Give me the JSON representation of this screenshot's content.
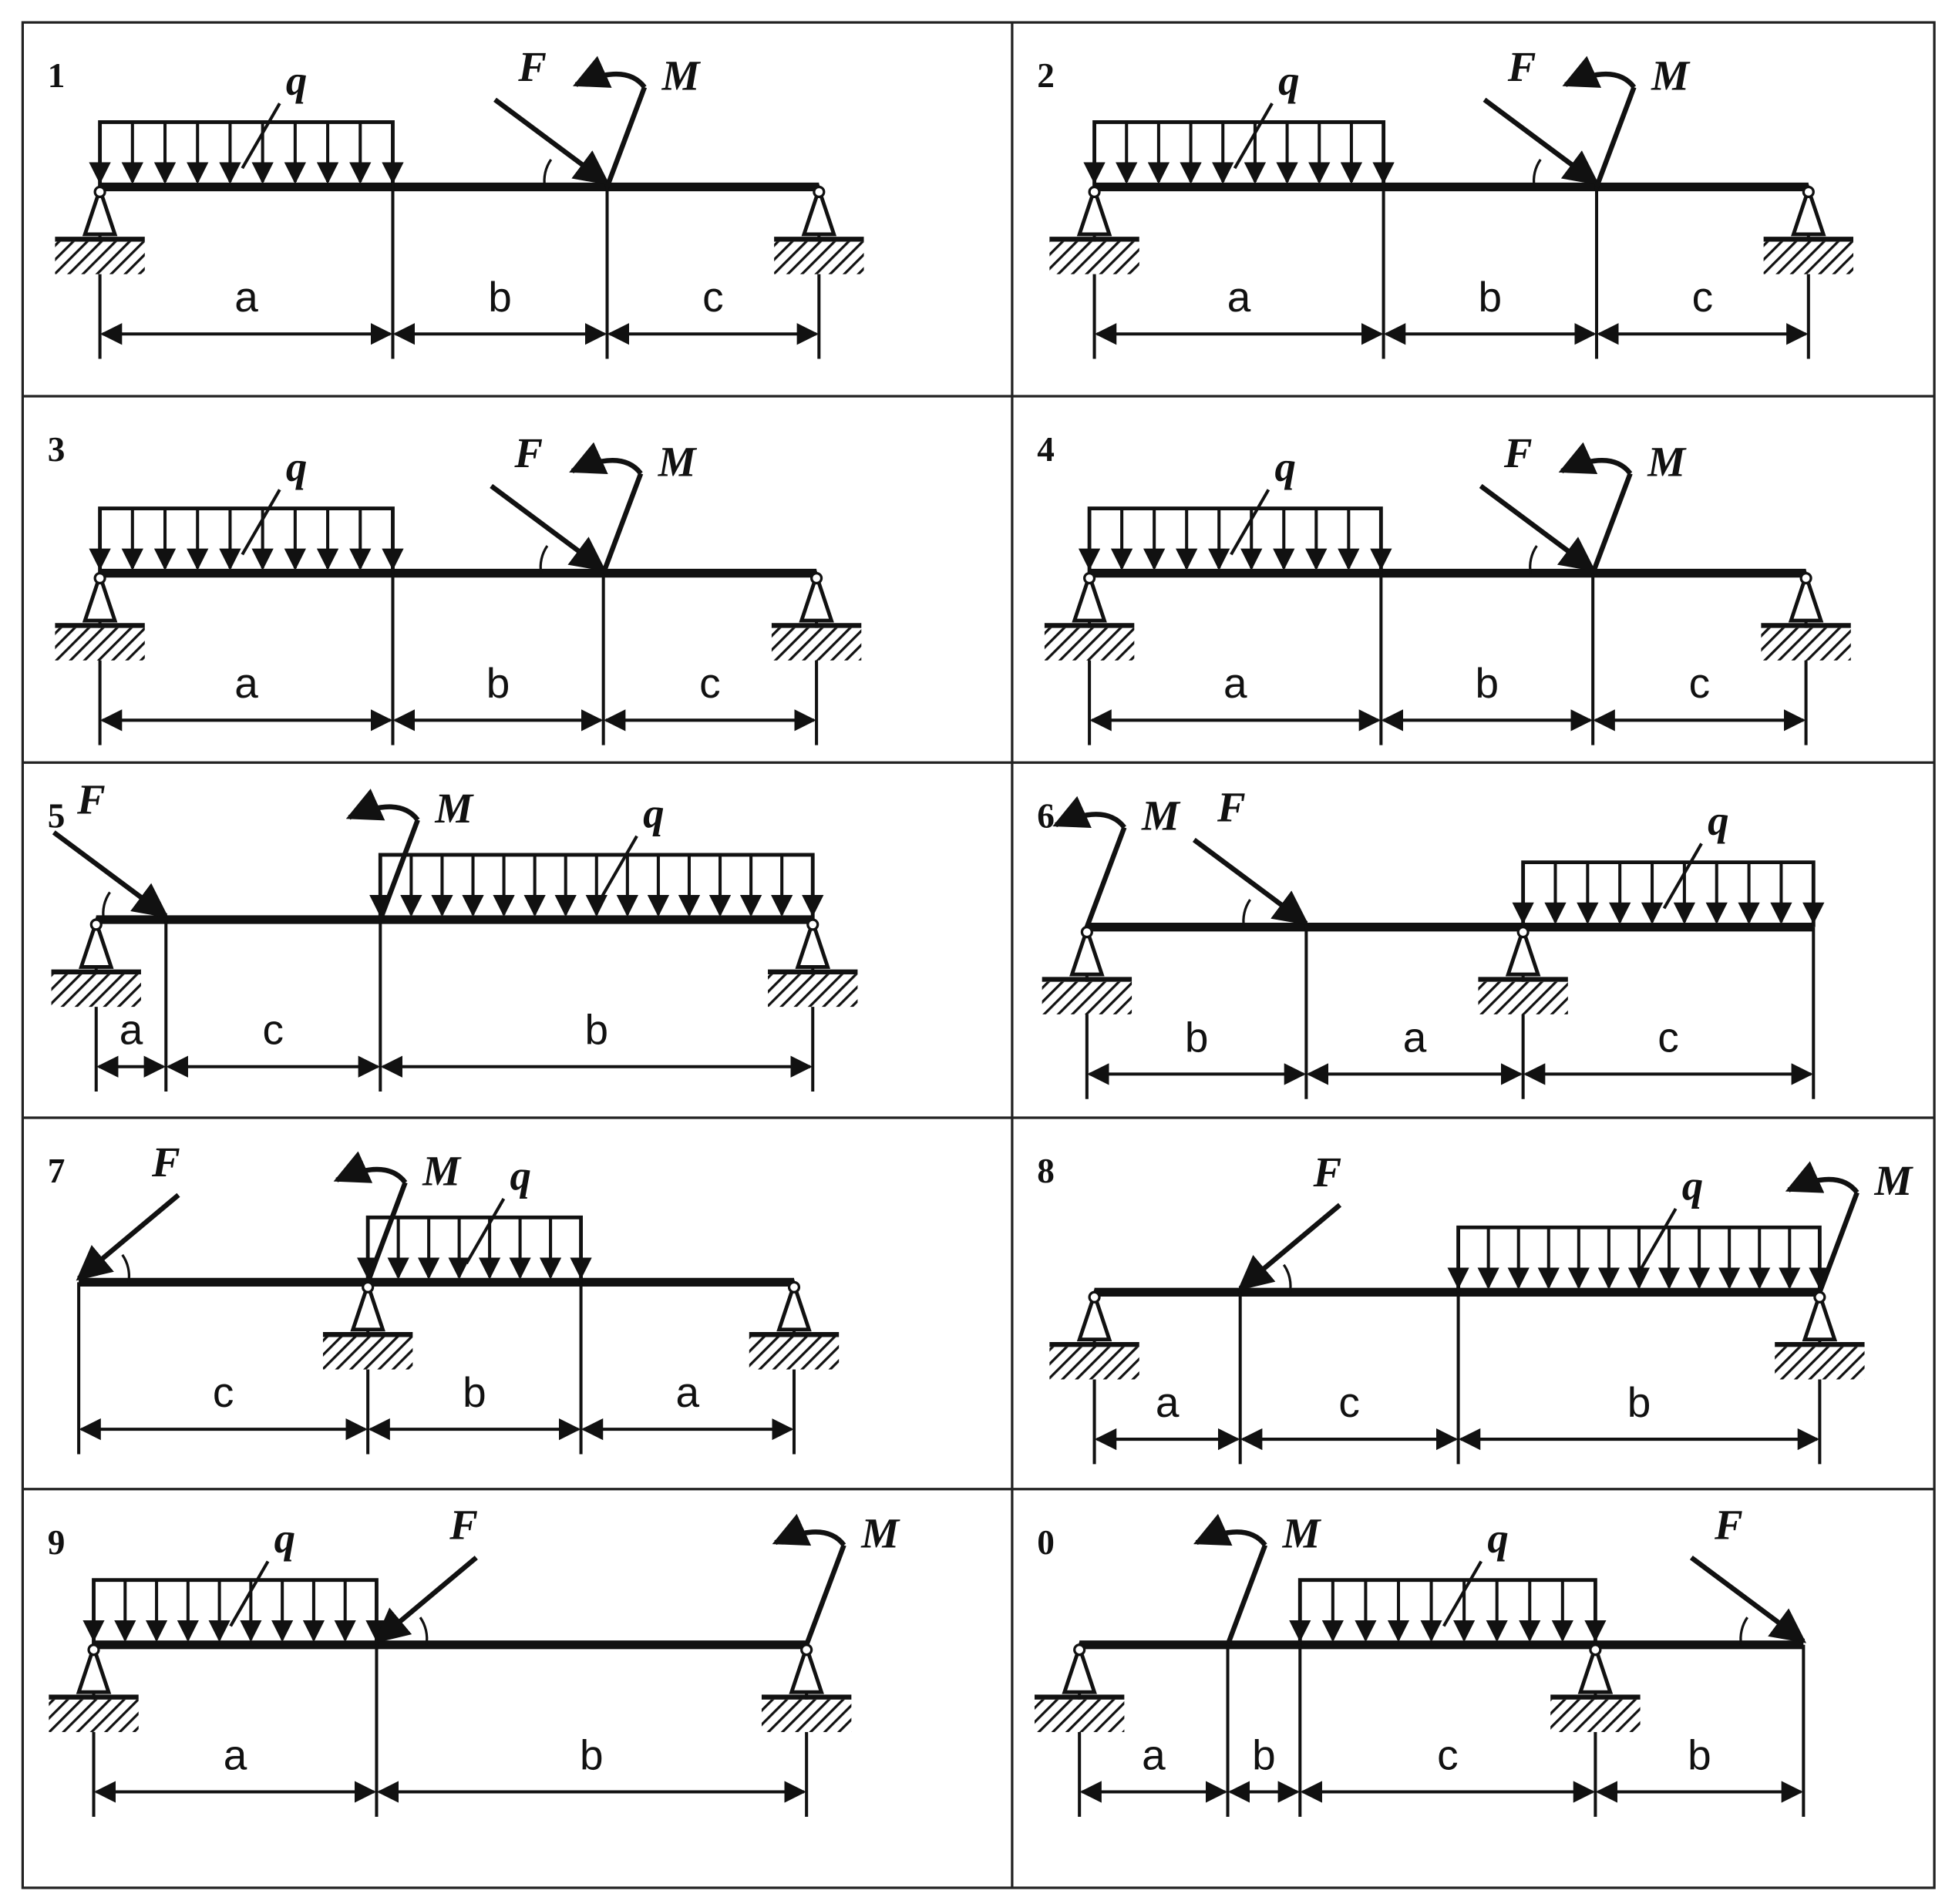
{
  "title": "Beam loading schemes",
  "panels": [
    {
      "number": "1",
      "spans": [
        "a",
        "b",
        "c"
      ],
      "supports": [
        0,
        3
      ],
      "distributed_load": {
        "label": "q",
        "segment": 0
      },
      "force": {
        "label": "F",
        "node": 2,
        "direction": "down-right"
      },
      "moment": {
        "label": "M",
        "node": 2
      }
    },
    {
      "number": "2",
      "spans": [
        "a",
        "b",
        "c"
      ],
      "supports": [
        0,
        3
      ],
      "distributed_load": {
        "label": "q",
        "segment": 0
      },
      "force": {
        "label": "F",
        "node": 2,
        "direction": "down-right"
      },
      "moment": {
        "label": "M",
        "node": 2
      }
    },
    {
      "number": "3",
      "spans": [
        "a",
        "b",
        "c"
      ],
      "supports": [
        0,
        3
      ],
      "distributed_load": {
        "label": "q",
        "segment": 0
      },
      "force": {
        "label": "F",
        "node": 2,
        "direction": "down-right"
      },
      "moment": {
        "label": "M",
        "node": 2
      }
    },
    {
      "number": "4",
      "spans": [
        "a",
        "b",
        "c"
      ],
      "supports": [
        0,
        3
      ],
      "distributed_load": {
        "label": "q",
        "segment": 0
      },
      "force": {
        "label": "F",
        "node": 2,
        "direction": "down-right"
      },
      "moment": {
        "label": "M",
        "node": 2
      }
    },
    {
      "number": "5",
      "spans": [
        "a",
        "c",
        "b"
      ],
      "supports": [
        0,
        3
      ],
      "distributed_load": {
        "label": "q",
        "segment": 2
      },
      "force": {
        "label": "F",
        "node": 1,
        "direction": "down-right"
      },
      "moment": {
        "label": "M",
        "node": 2
      }
    },
    {
      "number": "6",
      "spans": [
        "b",
        "a",
        "c"
      ],
      "supports": [
        0,
        2
      ],
      "distributed_load": {
        "label": "q",
        "segment": 2
      },
      "force": {
        "label": "F",
        "node": 1,
        "direction": "down-right"
      },
      "moment": {
        "label": "M",
        "node": 0
      }
    },
    {
      "number": "7",
      "spans": [
        "c",
        "b",
        "a"
      ],
      "supports": [
        1,
        3
      ],
      "distributed_load": {
        "label": "q",
        "segment": 1
      },
      "force": {
        "label": "F",
        "node": 0,
        "direction": "down-left"
      },
      "moment": {
        "label": "M",
        "node": 1
      }
    },
    {
      "number": "8",
      "spans": [
        "a",
        "c",
        "b"
      ],
      "supports": [
        0,
        3
      ],
      "distributed_load": {
        "label": "q",
        "segment": 2
      },
      "force": {
        "label": "F",
        "node": 1,
        "direction": "down-left"
      },
      "moment": {
        "label": "M",
        "node": 3
      }
    },
    {
      "number": "9",
      "spans": [
        "a",
        "b"
      ],
      "supports": [
        0,
        2
      ],
      "distributed_load": {
        "label": "q",
        "segment": 0
      },
      "force": {
        "label": "F",
        "node": 1,
        "direction": "down-left"
      },
      "moment": {
        "label": "M",
        "node": 2
      }
    },
    {
      "number": "0",
      "spans": [
        "a",
        "b",
        "c",
        "b"
      ],
      "supports": [
        0,
        3
      ],
      "distributed_load": {
        "label": "q",
        "segment": 2
      },
      "force": {
        "label": "F",
        "node": 4,
        "direction": "down-right"
      },
      "moment": {
        "label": "M",
        "node": 1
      }
    }
  ]
}
